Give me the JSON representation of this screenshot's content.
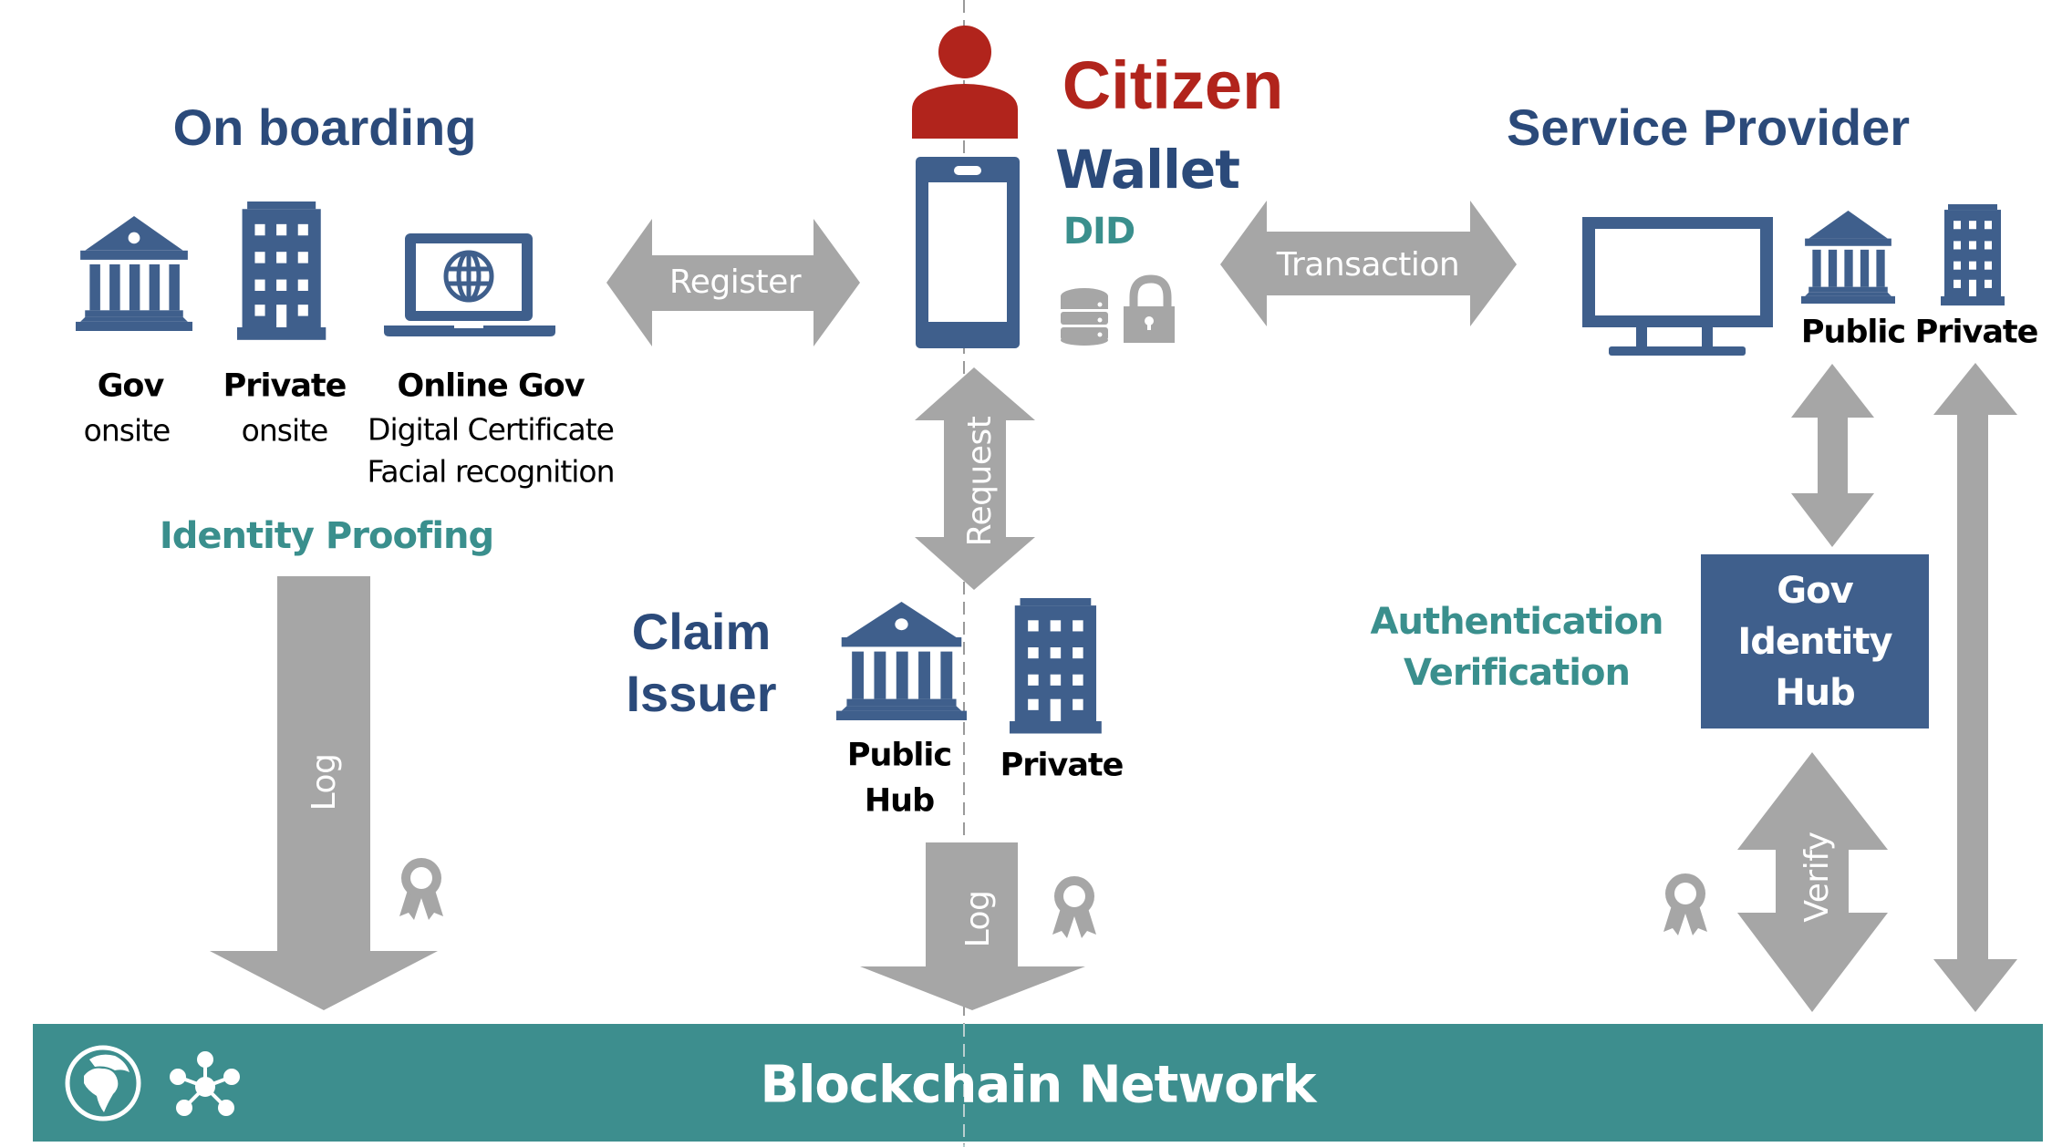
{
  "colors": {
    "icon_blue": "#3f5f8c",
    "heading_blue": "#2b4a7a",
    "citizen_red": "#b1241c",
    "teal": "#3a8f8d",
    "arrow_gray": "#a6a6a6",
    "blockchain_bar": "#3d8e8e"
  },
  "onboarding": {
    "title": "On boarding",
    "items": [
      {
        "icon": "bank-icon",
        "title": "Gov",
        "lines": [
          "onsite"
        ]
      },
      {
        "icon": "office-building-icon",
        "title": "Private",
        "lines": [
          "onsite"
        ]
      },
      {
        "icon": "laptop-globe-icon",
        "title": "Online Gov",
        "lines": [
          "Digital Certificate",
          "Facial recognition"
        ]
      }
    ],
    "subtitle": "Identity Proofing",
    "log_label": "Log"
  },
  "citizen": {
    "title": "Citizen",
    "wallet": "Wallet",
    "did": "DID",
    "icons": [
      "person-icon",
      "smartphone-icon",
      "database-icon",
      "padlock-icon"
    ]
  },
  "arrows": {
    "register": "Register",
    "transaction": "Transaction",
    "request": "Request",
    "log": "Log",
    "verify": "Verify"
  },
  "claim_issuer": {
    "title_line1": "Claim",
    "title_line2": "Issuer",
    "public_line1": "Public",
    "public_line2": "Hub",
    "private": "Private"
  },
  "service_provider": {
    "title": "Service Provider",
    "public": "Public",
    "private": "Private"
  },
  "authentication": {
    "line1": "Authentication",
    "line2": "Verification"
  },
  "gov_identity_hub": {
    "line1": "Gov",
    "line2": "Identity",
    "line3": "Hub"
  },
  "blockchain": {
    "label": "Blockchain Network"
  }
}
